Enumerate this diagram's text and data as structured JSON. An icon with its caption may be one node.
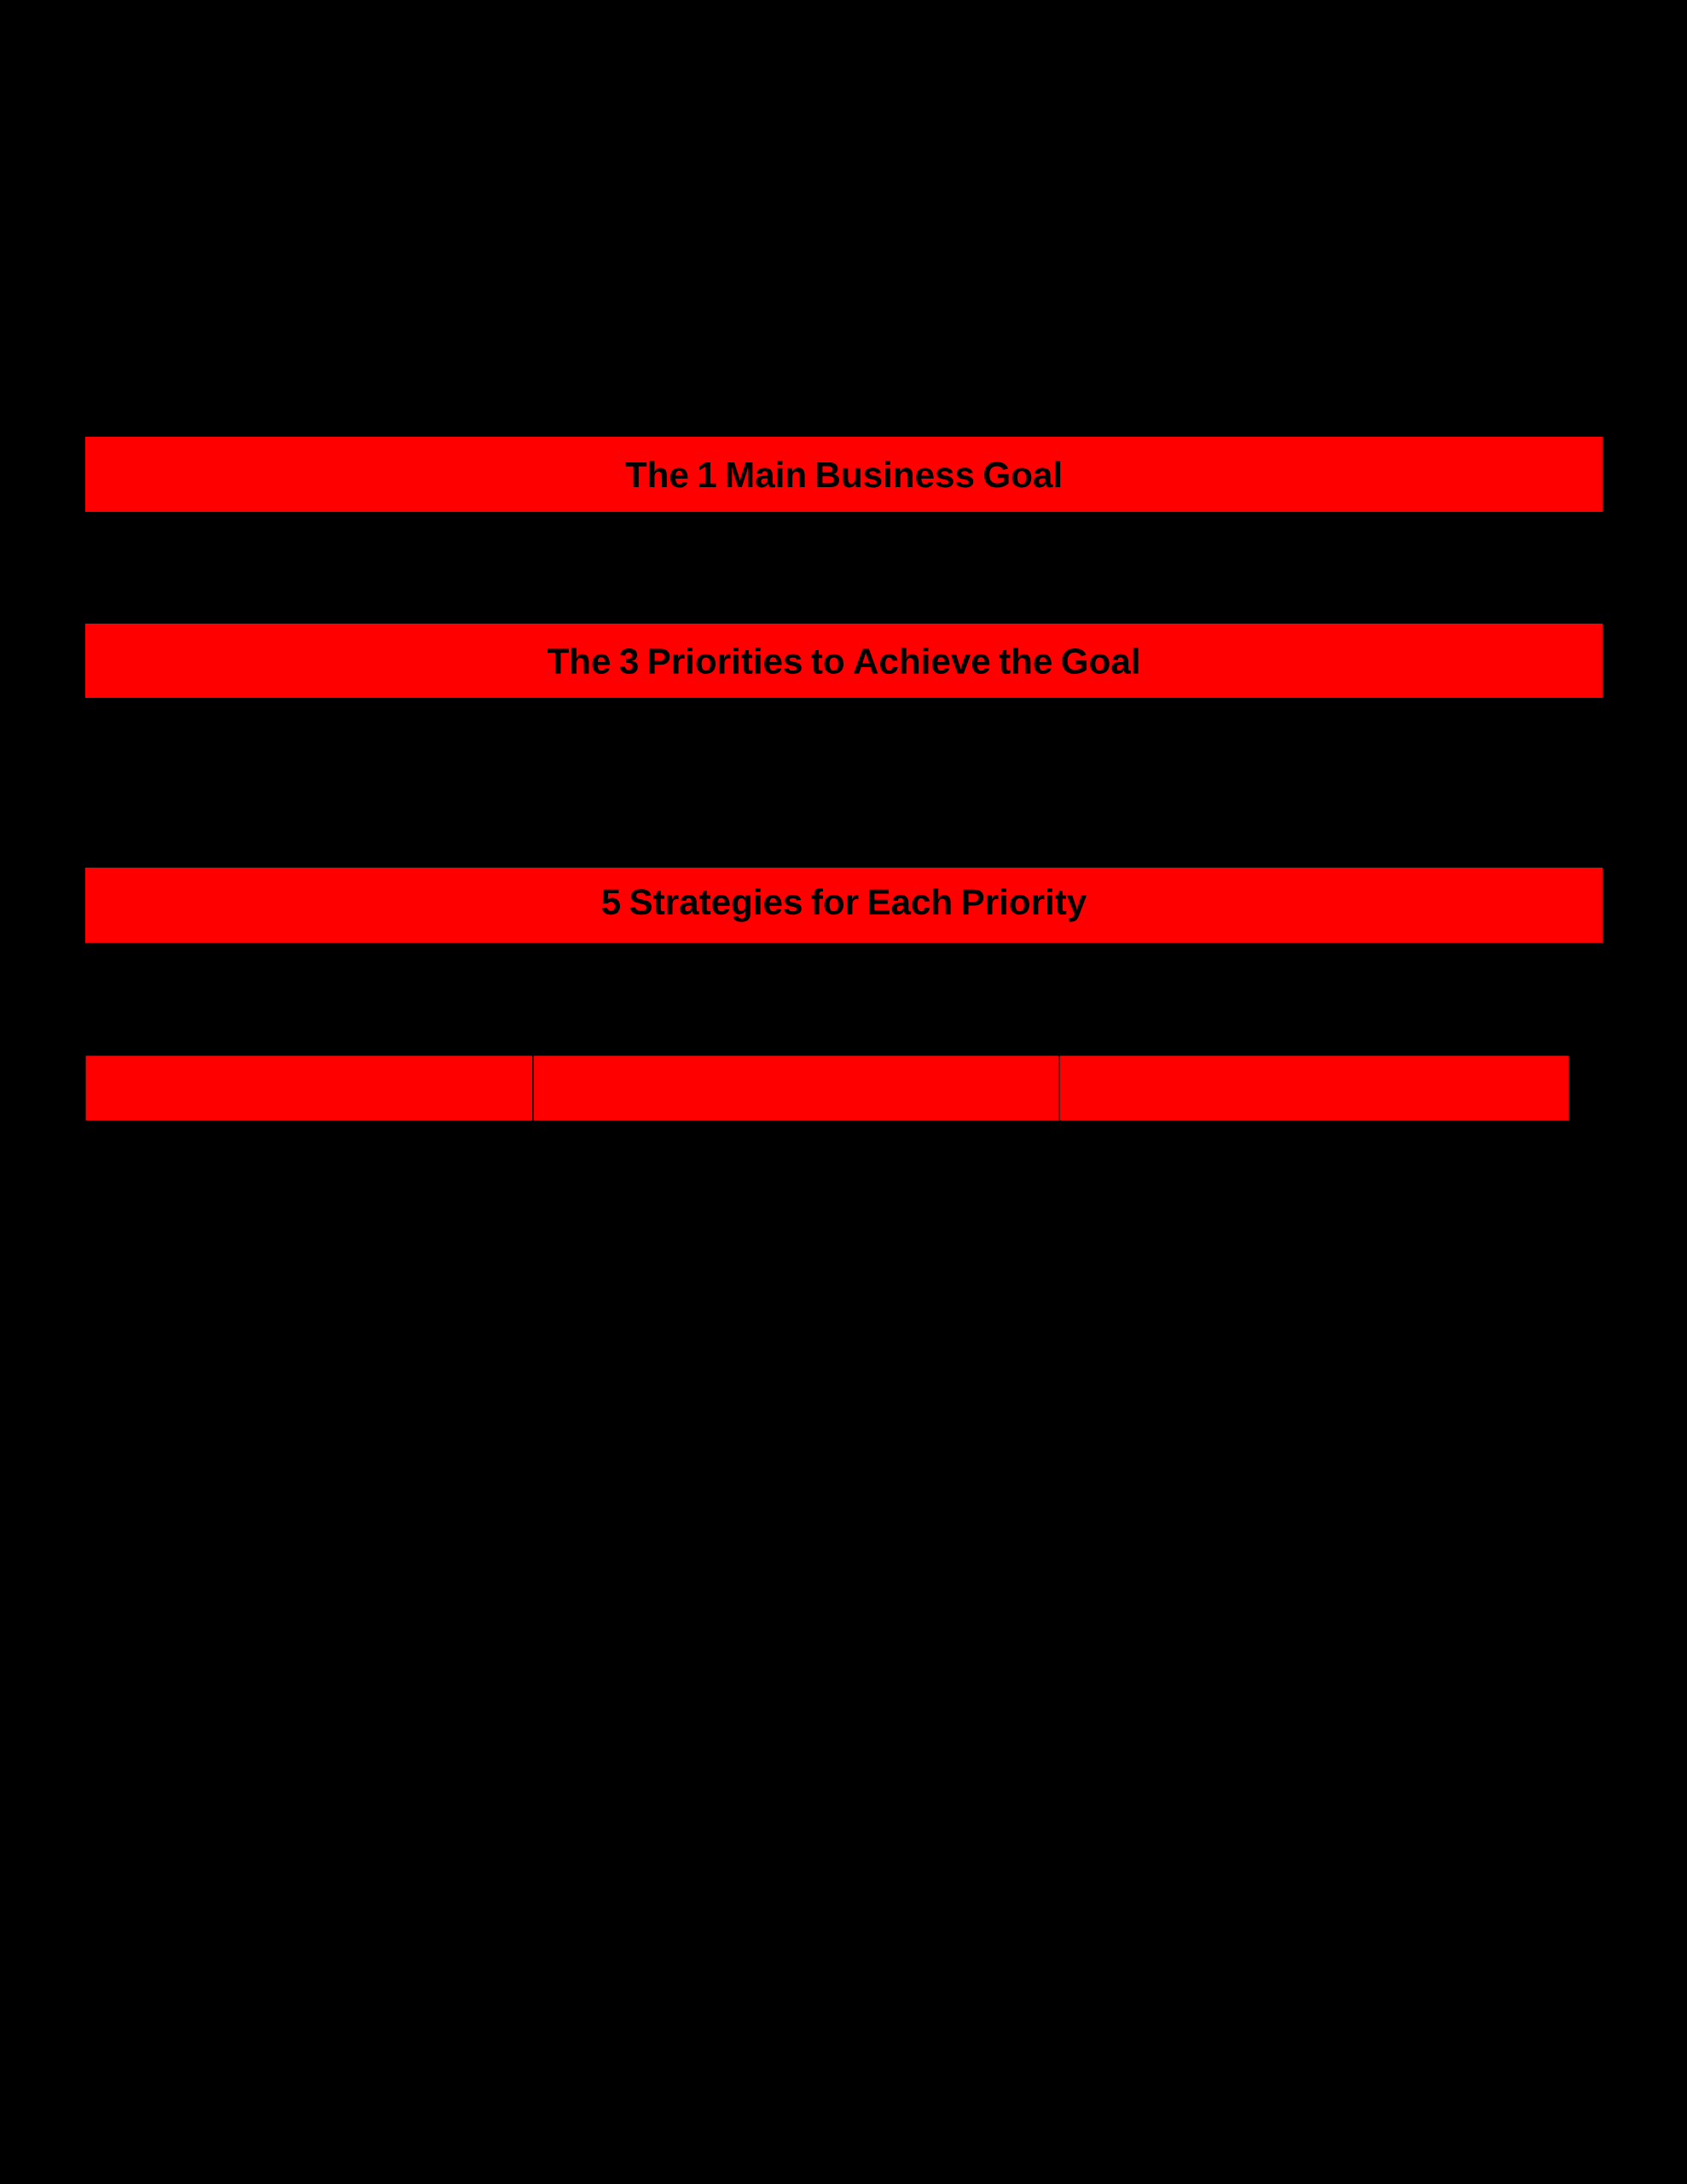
{
  "diagram": {
    "nodes": [
      {
        "text": [
          "The 1 Main Business Goal"
        ]
      },
      {
        "text": [
          "The 3 Priorities to Achieve the Goal"
        ]
      },
      {
        "text": [
          "5 Strategies for Each Priority"
        ]
      },
      {
        "text": [],
        "shape": "box"
      },
      {
        "text": [],
        "shape": "box"
      },
      {
        "text": [],
        "shape": "box"
      }
    ]
  }
}
